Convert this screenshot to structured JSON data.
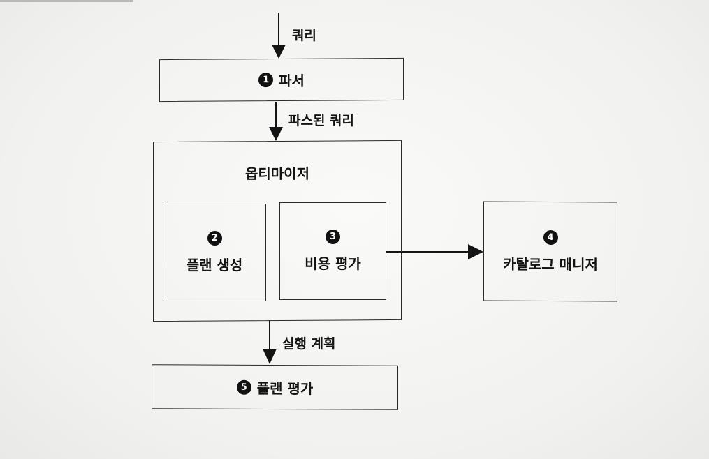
{
  "diagram": {
    "edges": {
      "query": "쿼리",
      "parsed_query": "파스된 쿼리",
      "execution_plan": "실행 계획"
    },
    "nodes": {
      "parser": {
        "number": "1",
        "label": "파서"
      },
      "optimizer": {
        "label": "옵티마이저"
      },
      "plan_generation": {
        "number": "2",
        "label": "플랜 생성"
      },
      "cost_estimation": {
        "number": "3",
        "label": "비용 평가"
      },
      "catalog_manager": {
        "number": "4",
        "label": "카탈로그 매니저"
      },
      "plan_evaluation": {
        "number": "5",
        "label": "플랜 평가"
      }
    }
  }
}
